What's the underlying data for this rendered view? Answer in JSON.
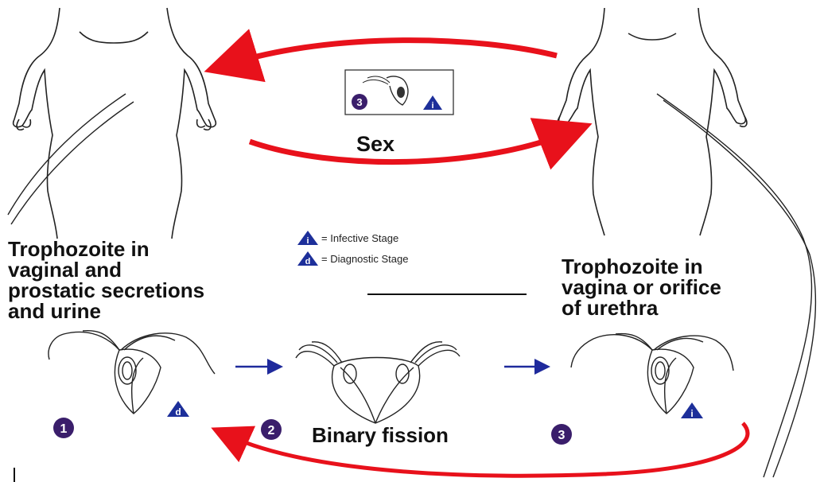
{
  "captions": {
    "left_lines": [
      "Trophozoite in",
      "vaginal and",
      "prostatic secretions",
      "and urine"
    ],
    "right_lines": [
      "Trophozoite in",
      "vagina or orifice",
      "of urethra"
    ],
    "sex": "Sex",
    "binary_fission": "Binary fission"
  },
  "legend": {
    "infective": {
      "letter": "i",
      "text": "= Infective Stage"
    },
    "diagnostic": {
      "letter": "d",
      "text": "= Diagnostic Stage"
    }
  },
  "stages": {
    "s1": "1",
    "s2": "2",
    "s3": "3",
    "inset": "3",
    "tag_d": "d",
    "tag_i": "i",
    "inset_tag": "i"
  },
  "colors": {
    "arrow_red": "#e8111b",
    "arrow_blue": "#1f2a9c",
    "badge_purple": "#3a1e6b",
    "triangle_blue": "#1d2f9a",
    "outline": "#222222"
  }
}
